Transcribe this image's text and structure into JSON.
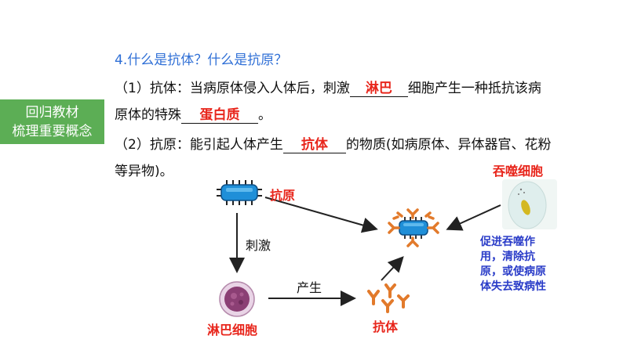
{
  "badge": {
    "line1": "回归教材",
    "line2": "梳理重要概念"
  },
  "question": {
    "title": "4.什么是抗体？什么是抗原？"
  },
  "antibody_def": {
    "line1_before": "（1）抗体：当病原体侵入人体后，刺激",
    "blank1": "淋巴",
    "line1_after": "细胞产生一种抵抗该病",
    "line2_before": "原体的特殊",
    "blank2": "蛋白质",
    "line2_after": "。"
  },
  "antigen_def": {
    "line1_before": "（2）抗原：能引起人体产生",
    "blank": "抗体",
    "line1_after": "的物质(如病原体、异体器官、花粉",
    "line2": "等异物)。"
  },
  "diagram": {
    "antigen_label": "抗原",
    "stimulate_label": "刺激",
    "produce_label": "产生",
    "lymphocyte_label": "淋巴细胞",
    "antibody_label": "抗体",
    "phagocyte_label": "吞噬细胞",
    "phagocyte_effect": [
      "促进吞噬作",
      "用，清除抗",
      "原，或使病原",
      "体失去致病性"
    ]
  },
  "colors": {
    "badge_green": "#5cae55",
    "title_blue": "#2f6fd6",
    "answer_red": "#e8261c",
    "note_blue": "#2a3cc8",
    "antigen_blue": "#1f8fd8",
    "antibody_orange": "#e27a2b"
  }
}
